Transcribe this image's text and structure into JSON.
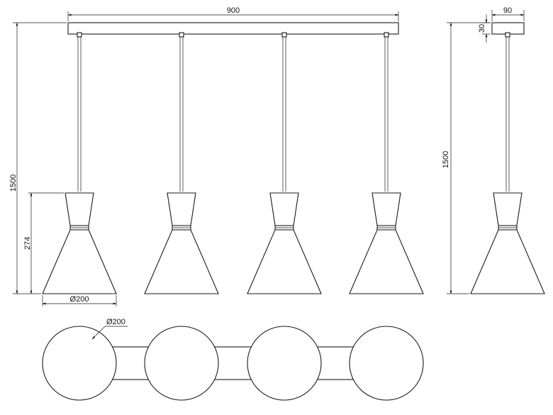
{
  "dimensions": {
    "canopy_length": "900",
    "canopy_depth": "90",
    "canopy_height": "30",
    "total_height_front": "1500",
    "total_height_side": "1500",
    "shade_height": "274",
    "shade_diameter": "Ø200",
    "top_view_diameter": "Ø200"
  }
}
